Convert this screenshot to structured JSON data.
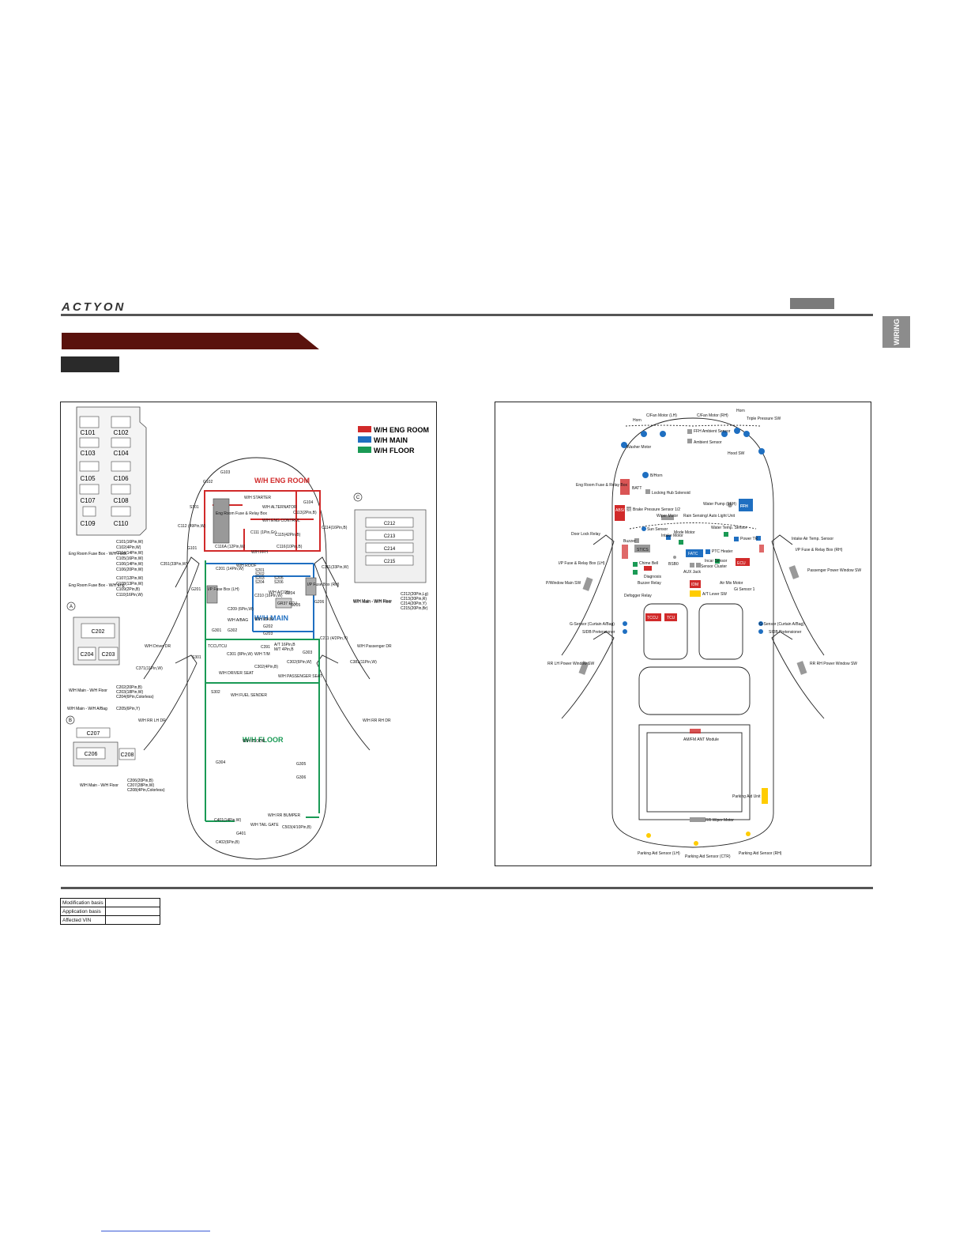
{
  "header": {
    "brand": "ACTYON",
    "side_tab": "WIRING"
  },
  "legend": [
    {
      "label": "W/H ENG ROOM",
      "color": "#d12a2a"
    },
    {
      "label": "W/H MAIN",
      "color": "#1f6fc1"
    },
    {
      "label": "W/H FLOOR",
      "color": "#1a9a55"
    }
  ],
  "left_panel": {
    "connectors_top": [
      "C101",
      "C102",
      "C103",
      "C104",
      "C105",
      "C106",
      "C107",
      "C108",
      "C109",
      "C110"
    ],
    "section_a": [
      "C202",
      "C204",
      "C203"
    ],
    "section_b": [
      "C207",
      "C206",
      "C208"
    ],
    "section_c": [
      "C212",
      "C213",
      "C214",
      "C215"
    ],
    "harness_titles": {
      "eng_room": "W/H ENG ROOM",
      "main": "W/H MAIN",
      "floor": "W/H FLOOR"
    },
    "notes": {
      "eng_fuse_a_pins": [
        "C101(16Pin,W)",
        "C102(4Pin,W)",
        "C104(14Pin,W)",
        "C105(16Pin,W)",
        "C106(14Pin,W)",
        "C106(20Pin,W)"
      ],
      "eng_fuse_a_label": "Eng Room Fuse Box - W/H Floor",
      "eng_fuse_b_pins": [
        "C107(12Pin,W)",
        "C108(13Pin,W)",
        "C109(2Pin,B)",
        "C110(16Pin,W)"
      ],
      "eng_fuse_b_label": "Eng Room Fuse Box - W/H Eng",
      "main_floor_pins": [
        "C202(20Pin,B)",
        "C203(18Pin,W)",
        "C204(6Pin,Colorless)"
      ],
      "main_floor_label": "W/H Main - W/H Floor",
      "main_abag": "W/H Main - W/H A/Bag",
      "main_abag_pin": "C205(6Pin,Y)",
      "b_pins": [
        "C206(20Pin,B)",
        "C207(28Pin,W)",
        "C208(4Pin,Colorless)"
      ],
      "b_label": "W/H Main - W/H Floor",
      "c_pins": [
        "C212(20Pin,Lg)",
        "C213(20Pin,R)",
        "C214(20Pin,Y)",
        "C215(20Pin,Br)"
      ],
      "c_label": "W/H Main - W/H Floor"
    },
    "callouts": [
      "G103",
      "G102",
      "W/H STARTER",
      "S101",
      "W/H ALTERNATOR",
      "G104",
      "C113(2Pin,B)",
      "W/H ENG CONTROL",
      "C112 (49Pin,W)",
      "C111 (1Pin,Gr)",
      "C114(16Pin,B)",
      "C115(42Pin,B)",
      "Eng Room Fuse & Relay Box",
      "G101",
      "C116A (12Pin,W)",
      "C116(10Pin,B)",
      "W/H FFH",
      "C351(33Pin,W)",
      "C361(33Pin,W)",
      "C201 (14Pin,W)",
      "W/H ROOF",
      "S201",
      "S202",
      "S203",
      "S204",
      "S205",
      "S206",
      "G201",
      "I/P Fuse Box (LH)",
      "C210 (16Pin,W)",
      "W/H A/CON",
      "G204",
      "I/P Fuse Box (RH)",
      "W/H Main - W/H Floor",
      "C209 (6Pin,W)",
      "W/H A/BAG",
      "GR37 ECU",
      "G205",
      "G206",
      "W/H MAIN",
      "G202",
      "G203",
      "G301",
      "G302",
      "TCCU",
      "TCU",
      "C211 (4/2Pin,Y)",
      "W/H Driver DR",
      "S301",
      "C301 (8Pin,W)",
      "W/H T/M",
      "C391",
      "A/T 16Pin,B",
      "M/T 4Pin,B",
      "G303",
      "W/H Passenger DR",
      "C381(11Pin,W)",
      "C371(11Pin,W)",
      "C302(6Pin,W)",
      "C302(4Pin,B)",
      "W/H DRIVER SEAT",
      "W/H PASSENGER SEAT",
      "S302",
      "W/H FUEL SENDER",
      "W/H RR LH DR",
      "W/H RR RH DR",
      "W/H FLOOR",
      "G304",
      "G305",
      "G306",
      "W/H RR BUMPER",
      "C401(14Pin,W)",
      "W/H TAIL GATE",
      "C503(4/10Pin,B)",
      "G401",
      "C402(6Pin,B)"
    ]
  },
  "right_panel": {
    "labels": [
      "C/Fan Motor (LH)",
      "C/Fan Motor (RH)",
      "Horn",
      "Horn",
      "Triple Pressure SW",
      "FFH Ambient Sensor",
      "Ambient Sensor",
      "Washer Motor",
      "Hood SW",
      "B/Horn",
      "BATT",
      "Locking Hub Solenoid",
      "Eng Room Fuse & Relay Box",
      "Water Pump (FFH)",
      "FFH",
      "ABS/ ESP Unit",
      "Brake Pressure Sensor 1/2",
      "Wiper Motor",
      "Rain Sensing/ Auto Light Unit",
      "Water Temp. Sensor",
      "Door Lock Relay",
      "Sun Sensor",
      "Mode Motor",
      "Intake Motor",
      "Power TR",
      "Intake Air Temp. Sensor",
      "I/P Fuse & Relay Box (RH)",
      "Buzzer",
      "STICS",
      "FATC",
      "PTC Heater",
      "I/P Fuse & Relay Box (LH)",
      "Chime Bell",
      "Incar Sensor",
      "Passenger Power Window SW",
      "P/Window Main SW",
      "Diagnosis",
      "Sensor Cluster",
      "ECU",
      "BSB0",
      "AUX Jack",
      "Buzzer Relay",
      "G-Sensor (Curtain A/Bag)",
      "Air Mix Motor",
      "Defogger Relay",
      "IDM",
      "Gi Sensor 1",
      "A/T Lever SW",
      "TCCU",
      "TCU",
      "G-Sensor (Curtain A/Bag)",
      "SIDB Pretensioner",
      "SIDB Pretensioner",
      "RR LH Power Window SW",
      "RR RH Power Window SW",
      "AM/FM ANT Module",
      "Parking Aid Unit",
      "RR Wiper Motor",
      "Parking Aid Sensor (LH)",
      "Parking Aid Sensor (CTR)",
      "Parking Aid Sensor (RH)"
    ]
  },
  "info_table": [
    {
      "label": "Modification basis",
      "value": ""
    },
    {
      "label": "Application basis",
      "value": ""
    },
    {
      "label": "Affected VIN",
      "value": ""
    }
  ]
}
